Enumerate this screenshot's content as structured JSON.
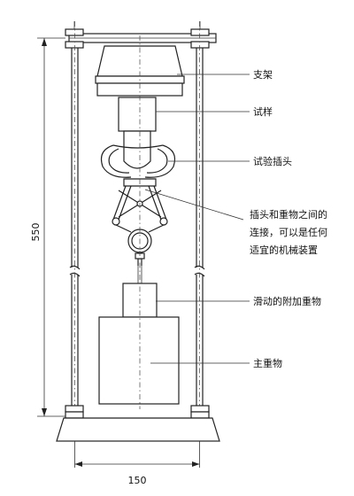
{
  "labels": {
    "frame": "支架",
    "specimen": "试样",
    "grip": "试验插头",
    "connector_line1": "插头和重物之间的",
    "connector_line2": "连接，可以是任何",
    "connector_line3": "适宜的机械装置",
    "sliding_weight": "滑动的附加重物",
    "main_weight": "主重物"
  },
  "dimensions": {
    "height": "550",
    "width": "150"
  }
}
